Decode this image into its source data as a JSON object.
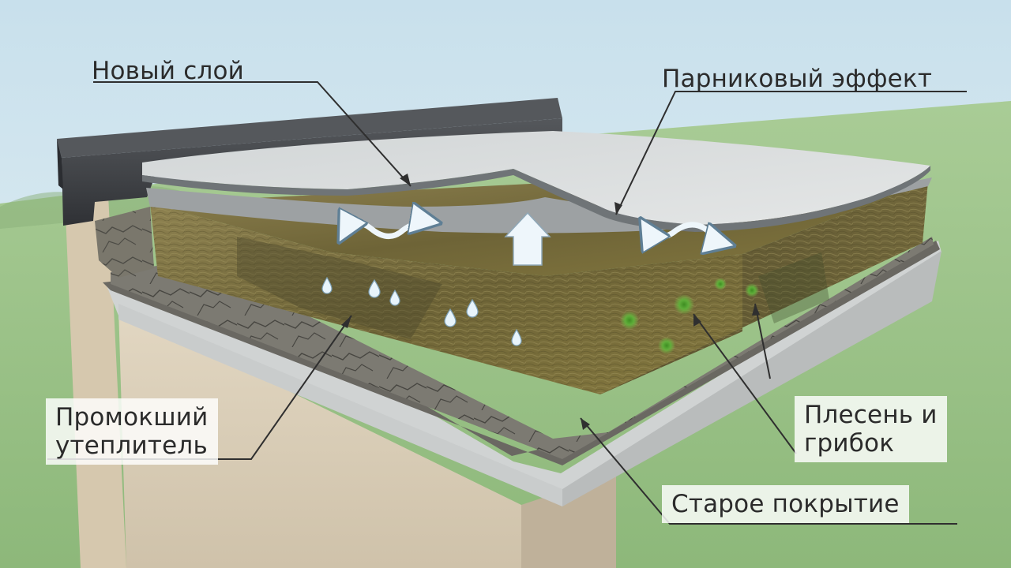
{
  "labels": {
    "new_layer": "Новый слой",
    "greenhouse_effect": "Парниковый эффект",
    "wet_insulation": "Промокший\nутеплитель",
    "mold_fungus": "Плесень и\nгрибок",
    "old_covering": "Старое покрытие"
  },
  "colors": {
    "sky": "#cfe4ee",
    "grass": "#9fc48d",
    "wall": "#d8ccb6",
    "concrete": "#d6d8d8",
    "old_covering": "#6c6a63",
    "insulation": "#7d7040",
    "membrane": "#d9dcdc",
    "parapet": "#3c3e42",
    "arrow": "#eef6fb",
    "mold": "#4b9a2d",
    "water_drop": "#e8f4fb"
  },
  "icons": [
    "water-drop-icon",
    "air-flow-arrow-icon",
    "mold-spot-icon"
  ]
}
